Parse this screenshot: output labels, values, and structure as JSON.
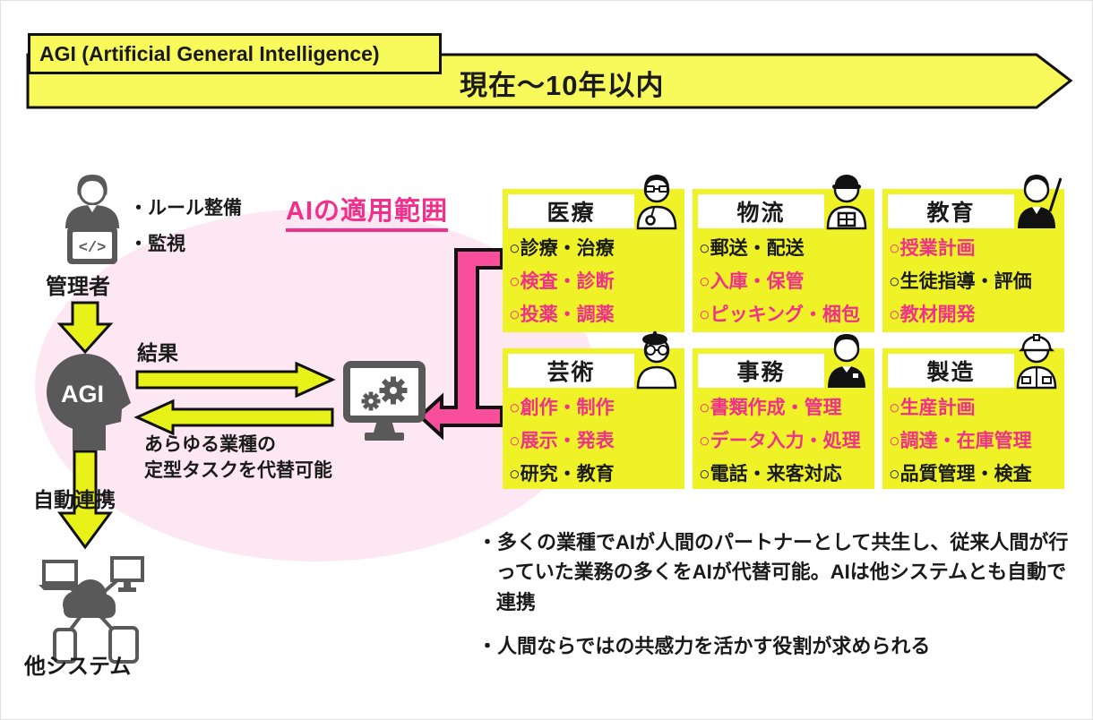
{
  "palette": {
    "banner_yellow": "#F8FA5C",
    "box_yellow": "#EEF226",
    "arrow_yellow": "#E8F218",
    "pink_accent": "#F1308C",
    "pink_arrow": "#F84E9B",
    "pink_ellipse": "#FDE7F3",
    "icon_gray": "#595959",
    "text_black": "#1A1A1A"
  },
  "header": {
    "agi_label": "AGI (Artificial General Intelligence)",
    "timeline": "現在～10年以内"
  },
  "admin": {
    "notes": [
      "・ルール整備",
      "・監視"
    ],
    "label": "管理者"
  },
  "flow": {
    "agi_text": "AGI",
    "result_label": "結果",
    "caption": "あらゆる業種の\n定型タスクを代替可能",
    "auto_link_label": "自動連携",
    "other_systems_label": "他システム"
  },
  "scope": {
    "title": "AIの適用範囲"
  },
  "sectors": [
    {
      "title": "医療",
      "icon": "doctor-icon",
      "items": [
        {
          "label": "○診療・治療",
          "color": "#1A1A1A"
        },
        {
          "label": "○検査・診断",
          "color": "#F1308C"
        },
        {
          "label": "○投薬・調薬",
          "color": "#F1308C"
        }
      ]
    },
    {
      "title": "物流",
      "icon": "courier-icon",
      "items": [
        {
          "label": "○郵送・配送",
          "color": "#1A1A1A"
        },
        {
          "label": "○入庫・保管",
          "color": "#F1308C"
        },
        {
          "label": "○ピッキング・梱包",
          "color": "#F1308C"
        }
      ]
    },
    {
      "title": "教育",
      "icon": "teacher-icon",
      "items": [
        {
          "label": "○授業計画",
          "color": "#F1308C"
        },
        {
          "label": "○生徒指導・評価",
          "color": "#1A1A1A"
        },
        {
          "label": "○教材開発",
          "color": "#F1308C"
        }
      ]
    },
    {
      "title": "芸術",
      "icon": "artist-icon",
      "items": [
        {
          "label": "○創作・制作",
          "color": "#F1308C"
        },
        {
          "label": "○展示・発表",
          "color": "#F1308C"
        },
        {
          "label": "○研究・教育",
          "color": "#1A1A1A"
        }
      ]
    },
    {
      "title": "事務",
      "icon": "office-worker-icon",
      "items": [
        {
          "label": "○書類作成・管理",
          "color": "#F1308C"
        },
        {
          "label": "○データ入力・処理",
          "color": "#F1308C"
        },
        {
          "label": "○電話・来客対応",
          "color": "#1A1A1A"
        }
      ]
    },
    {
      "title": "製造",
      "icon": "factory-worker-icon",
      "items": [
        {
          "label": "○生産計画",
          "color": "#F1308C"
        },
        {
          "label": "○調達・在庫管理",
          "color": "#F1308C"
        },
        {
          "label": "○品質管理・検査",
          "color": "#1A1A1A"
        }
      ]
    }
  ],
  "notes": [
    "・多くの業種でAIが人間のパートナーとして共生し、従来人間が行っていた業務の多くをAIが代替可能。AIは他システムとも自動で連携",
    "・人間ならではの共感力を活かす役割が求められる"
  ]
}
